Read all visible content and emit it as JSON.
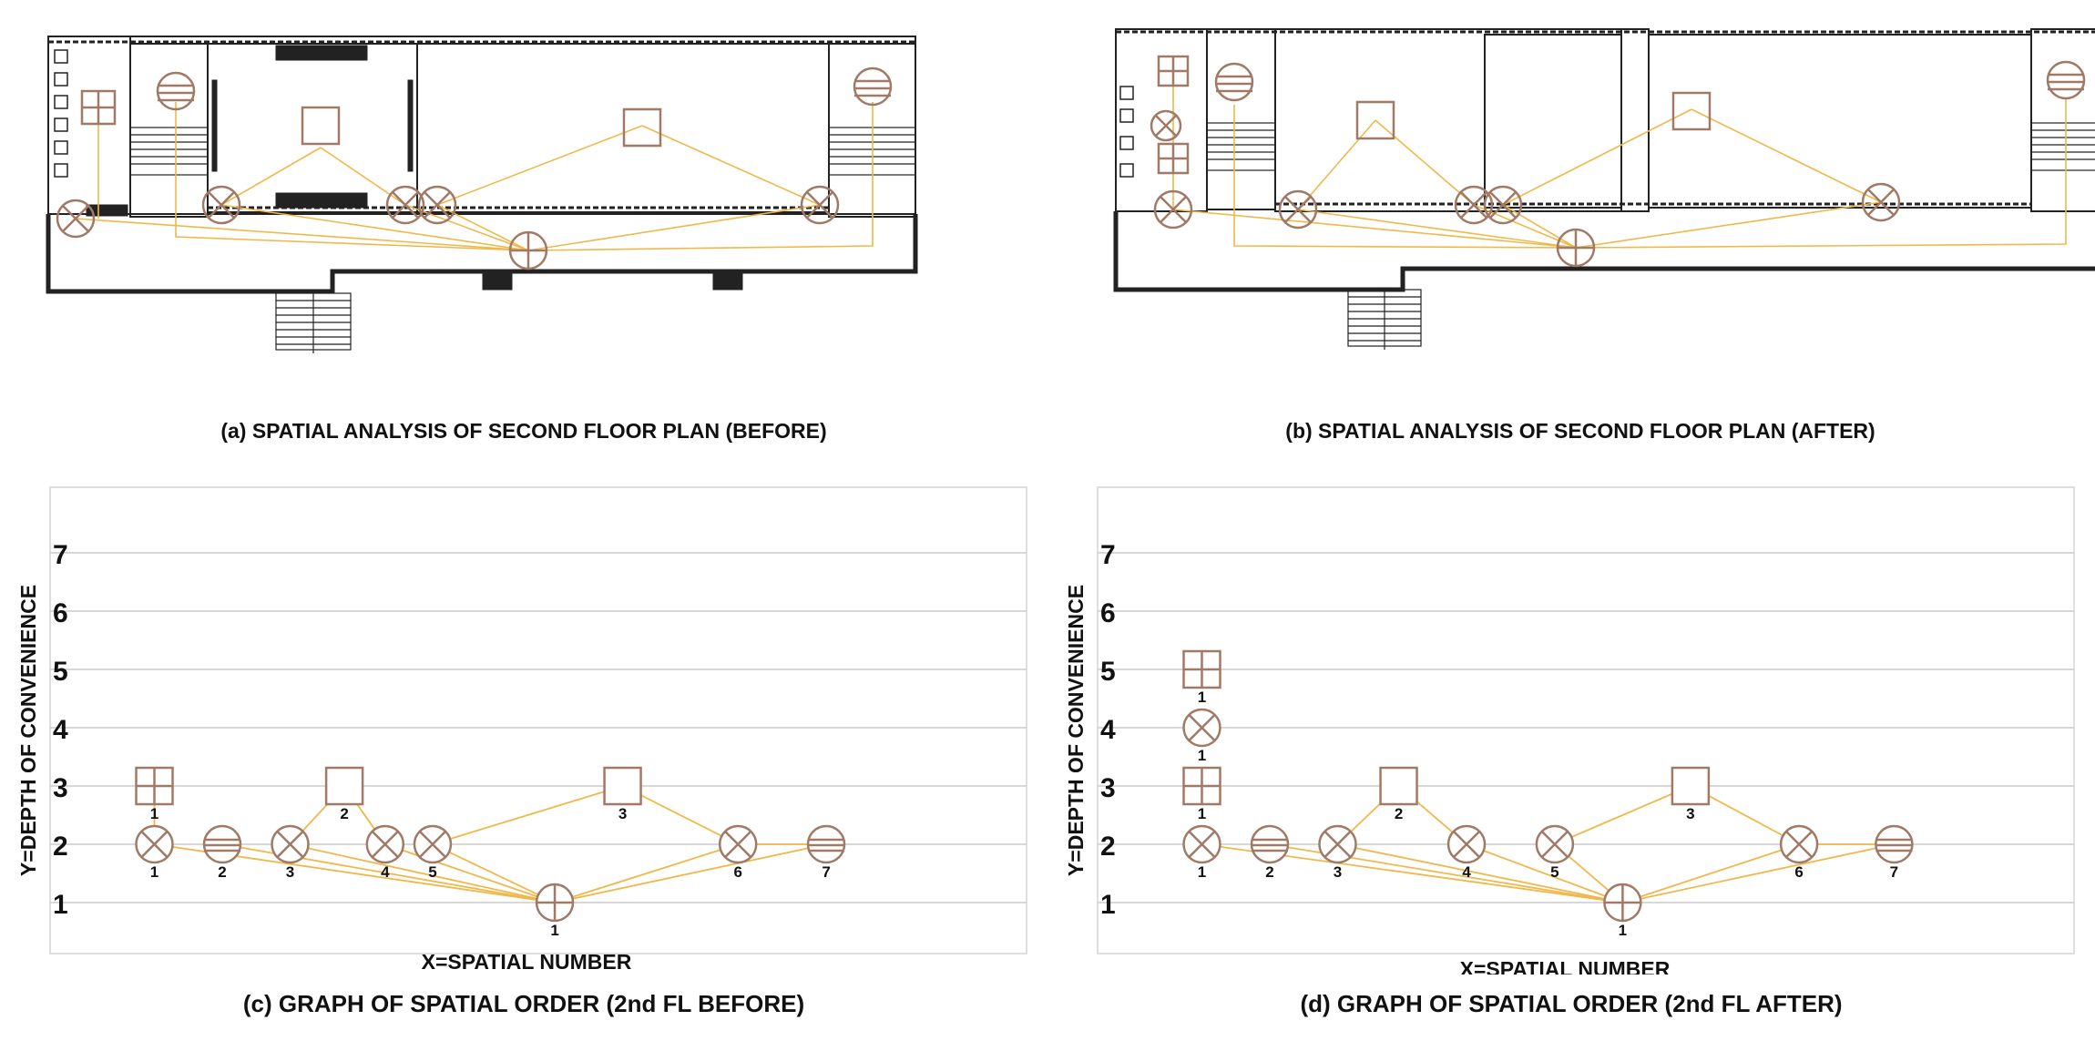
{
  "captions": {
    "a": "(a) SPATIAL ANALYSIS OF SECOND FLOOR PLAN (BEFORE)",
    "b": "(b) SPATIAL ANALYSIS OF SECOND FLOOR PLAN  (AFTER)",
    "c": "(c) GRAPH OF SPATIAL ORDER (2nd FL BEFORE)",
    "d": "(d) GRAPH OF SPATIAL ORDER (2nd FL AFTER)"
  },
  "colors": {
    "symbol": "#a07a66",
    "connector": "#f0b84a",
    "wall": "#222222",
    "grid": "#cccccc"
  },
  "graphs": {
    "xlabel": "X=SPATIAL NUMBER",
    "ylabel": "Y=DEPTH OF CONVENIENCE",
    "yticks": [
      "1",
      "2",
      "3",
      "4",
      "5",
      "6",
      "7"
    ]
  },
  "chart_data": [
    {
      "type": "scatter",
      "title": "(c) GRAPH OF SPATIAL ORDER (2nd FL BEFORE)",
      "xlabel": "X=SPATIAL NUMBER",
      "ylabel": "Y=DEPTH OF CONVENIENCE",
      "ylim": [
        0,
        8
      ],
      "grid": true,
      "nodes": [
        {
          "id": "c1",
          "symbol": "cross",
          "label": "1",
          "x": 1,
          "y": 2
        },
        {
          "id": "c2",
          "symbol": "stair",
          "label": "2",
          "x": 2,
          "y": 2
        },
        {
          "id": "c3",
          "symbol": "cross",
          "label": "3",
          "x": 3,
          "y": 2
        },
        {
          "id": "c4",
          "symbol": "cross",
          "label": "4",
          "x": 4.4,
          "y": 2
        },
        {
          "id": "c5",
          "symbol": "cross",
          "label": "5",
          "x": 5.1,
          "y": 2
        },
        {
          "id": "c6",
          "symbol": "cross",
          "label": "6",
          "x": 9.6,
          "y": 2
        },
        {
          "id": "c7",
          "symbol": "stair",
          "label": "7",
          "x": 10.9,
          "y": 2
        },
        {
          "id": "r1",
          "symbol": "toilet",
          "label": "1",
          "x": 1,
          "y": 3
        },
        {
          "id": "r2",
          "symbol": "room",
          "label": "2",
          "x": 3.8,
          "y": 3
        },
        {
          "id": "r3",
          "symbol": "room",
          "label": "3",
          "x": 7.9,
          "y": 3
        },
        {
          "id": "h1",
          "symbol": "hall",
          "label": "1",
          "x": 6.9,
          "y": 1
        }
      ],
      "edges": [
        [
          "c1",
          "r1"
        ],
        [
          "c1",
          "h1"
        ],
        [
          "c2",
          "h1"
        ],
        [
          "c3",
          "h1"
        ],
        [
          "c3",
          "r2"
        ],
        [
          "r2",
          "c4"
        ],
        [
          "c4",
          "h1"
        ],
        [
          "c5",
          "h1"
        ],
        [
          "c5",
          "r3"
        ],
        [
          "r3",
          "c6"
        ],
        [
          "c6",
          "h1"
        ],
        [
          "c7",
          "h1"
        ],
        [
          "c7",
          "c6"
        ]
      ]
    },
    {
      "type": "scatter",
      "title": "(d) GRAPH OF SPATIAL ORDER (2nd FL AFTER)",
      "xlabel": "X=SPATIAL NUMBER",
      "ylabel": "Y=DEPTH OF CONVENIENCE",
      "ylim": [
        0,
        8
      ],
      "grid": true,
      "nodes": [
        {
          "id": "c1",
          "symbol": "cross",
          "label": "1",
          "x": 1,
          "y": 2
        },
        {
          "id": "c2",
          "symbol": "stair",
          "label": "2",
          "x": 2,
          "y": 2
        },
        {
          "id": "c3",
          "symbol": "cross",
          "label": "3",
          "x": 3,
          "y": 2
        },
        {
          "id": "c4",
          "symbol": "cross",
          "label": "4",
          "x": 4.9,
          "y": 2
        },
        {
          "id": "c5",
          "symbol": "cross",
          "label": "5",
          "x": 6.2,
          "y": 2
        },
        {
          "id": "c6",
          "symbol": "cross",
          "label": "6",
          "x": 9.8,
          "y": 2
        },
        {
          "id": "c7",
          "symbol": "stair",
          "label": "7",
          "x": 11.2,
          "y": 2
        },
        {
          "id": "t1",
          "symbol": "toilet",
          "label": "1",
          "x": 1,
          "y": 3
        },
        {
          "id": "x1",
          "symbol": "cross",
          "label": "1",
          "x": 1,
          "y": 4
        },
        {
          "id": "t2",
          "symbol": "toilet",
          "label": "1",
          "x": 1,
          "y": 5
        },
        {
          "id": "r2",
          "symbol": "room",
          "label": "2",
          "x": 3.9,
          "y": 3
        },
        {
          "id": "r3",
          "symbol": "room",
          "label": "3",
          "x": 8.2,
          "y": 3
        },
        {
          "id": "h1",
          "symbol": "hall",
          "label": "1",
          "x": 7.2,
          "y": 1
        }
      ],
      "edges": [
        [
          "c1",
          "h1"
        ],
        [
          "c2",
          "h1"
        ],
        [
          "c3",
          "h1"
        ],
        [
          "c3",
          "r2"
        ],
        [
          "r2",
          "c4"
        ],
        [
          "c4",
          "h1"
        ],
        [
          "c5",
          "h1"
        ],
        [
          "c5",
          "r3"
        ],
        [
          "r3",
          "c6"
        ],
        [
          "c6",
          "h1"
        ],
        [
          "c7",
          "h1"
        ],
        [
          "c7",
          "c6"
        ]
      ]
    }
  ]
}
